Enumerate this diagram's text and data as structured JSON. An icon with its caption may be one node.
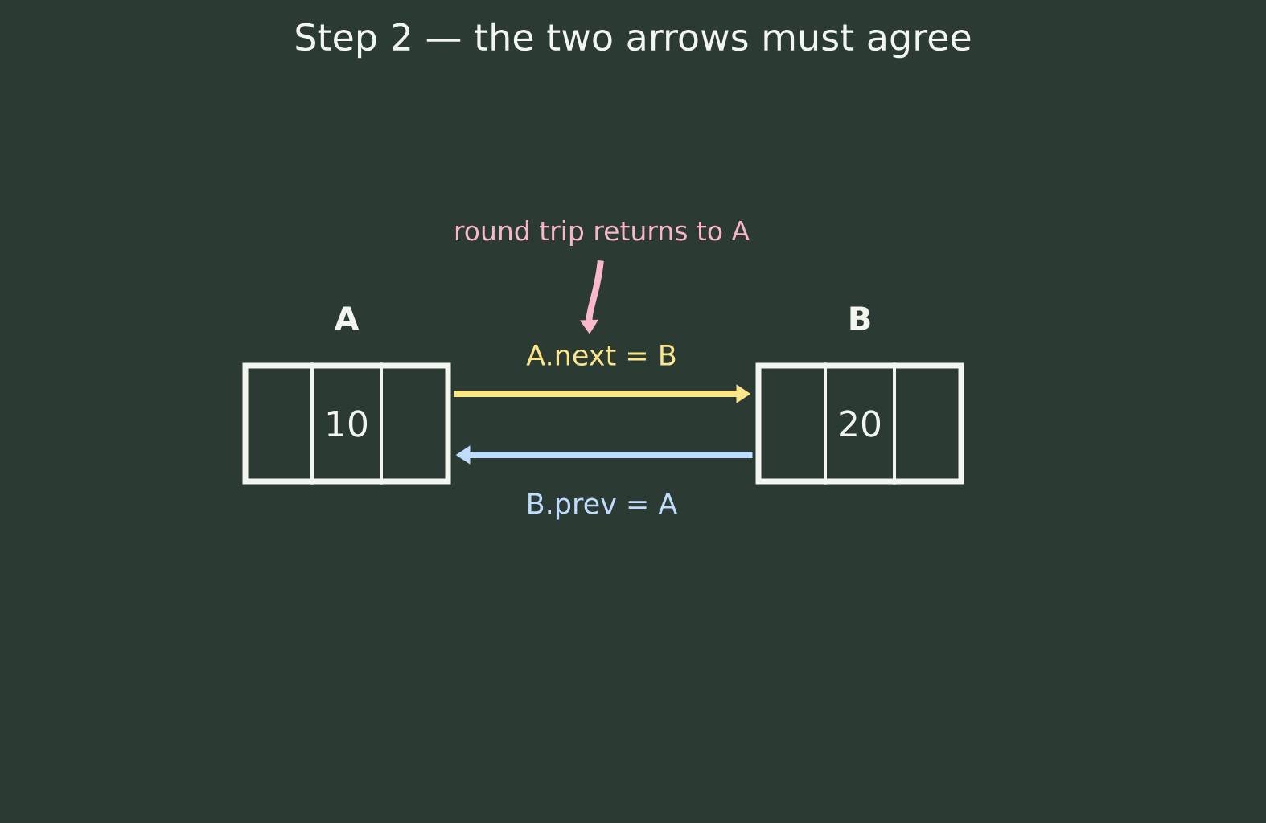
{
  "diagram": {
    "title": "Step 2 — the two arrows must agree",
    "nodes": [
      {
        "text": [
          "A",
          "10"
        ]
      },
      {
        "text": [
          "B",
          "20"
        ]
      },
      {
        "text": [
          "round trip returns to A"
        ]
      }
    ],
    "edges": [
      {
        "from": 0,
        "to": 1,
        "arrow": "to",
        "label": "A.next = B",
        "color": "#fde68a"
      },
      {
        "from": 1,
        "to": 0,
        "arrow": "to",
        "label": "B.prev = A",
        "color": "#bfdbfe"
      },
      {
        "from": 2,
        "to": null,
        "arrow": "to",
        "color": "#f9b8cb"
      }
    ]
  }
}
